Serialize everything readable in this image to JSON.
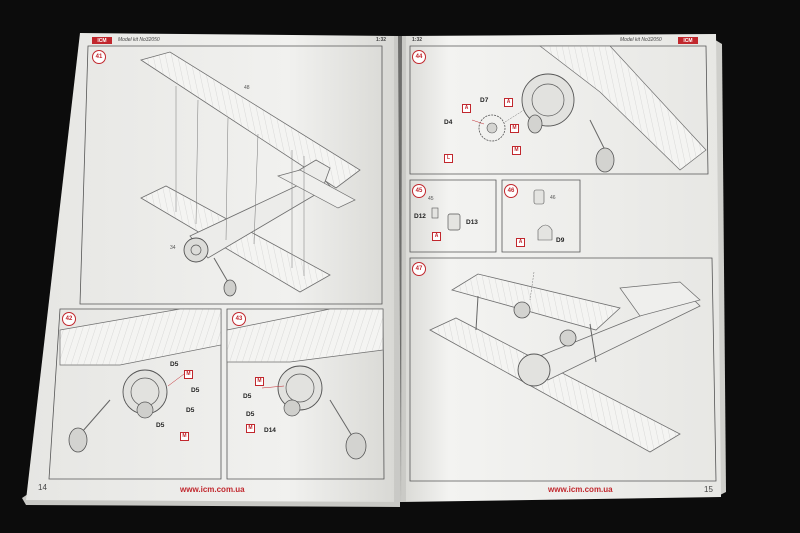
{
  "left_page": {
    "logo": "ICM",
    "model_kit": "Model kit No32050",
    "scale": "1:32",
    "steps": [
      "41",
      "42",
      "43"
    ],
    "step42_parts": [
      "D5",
      "D5",
      "D5",
      "D5"
    ],
    "step42_tags": [
      "M",
      "M"
    ],
    "step43_parts": [
      "D5",
      "D5",
      "D14"
    ],
    "step43_tags": [
      "M",
      "M"
    ],
    "callouts": [
      "48",
      "34"
    ],
    "page_number": "14",
    "website": "www.icm.com.ua"
  },
  "right_page": {
    "logo": "ICM",
    "model_kit": "Model kit No32050",
    "scale": "1:32",
    "steps": [
      "44",
      "45",
      "46",
      "47"
    ],
    "step44_parts": [
      "D4",
      "D7"
    ],
    "step44_tags": [
      "A",
      "A",
      "M",
      "M",
      "L"
    ],
    "step45_parts": [
      "D12",
      "D13"
    ],
    "step45_tags": [
      "A"
    ],
    "step46_parts": [
      "D9"
    ],
    "step46_tags": [
      "A"
    ],
    "callouts": [
      "45",
      "46"
    ],
    "page_number": "15",
    "website": "www.icm.com.ua"
  },
  "colors": {
    "background": "#0c0c0c",
    "paper": "#f2f2f0",
    "accent_red": "#c1272d",
    "line": "#6e6e6e"
  }
}
